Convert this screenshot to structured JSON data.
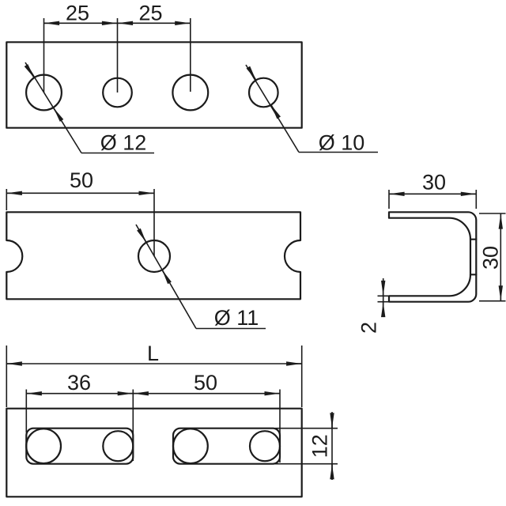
{
  "drawing_type": "technical-orthographic-views",
  "colors": {
    "background": "#ffffff",
    "line": "#1b1b1b"
  },
  "labels": {
    "top_view": {
      "pitch_left": "25",
      "pitch_right": "25",
      "dia_large": "Ø 12",
      "dia_small": "Ø 10"
    },
    "middle_view": {
      "center_offset": "50",
      "dia_center": "Ø 11"
    },
    "section_view": {
      "flange_width": "30",
      "height": "30",
      "thickness": "2"
    },
    "bottom_view": {
      "overall_length": "L",
      "slot_left": "36",
      "slot_right": "50",
      "slot_width": "12"
    }
  }
}
